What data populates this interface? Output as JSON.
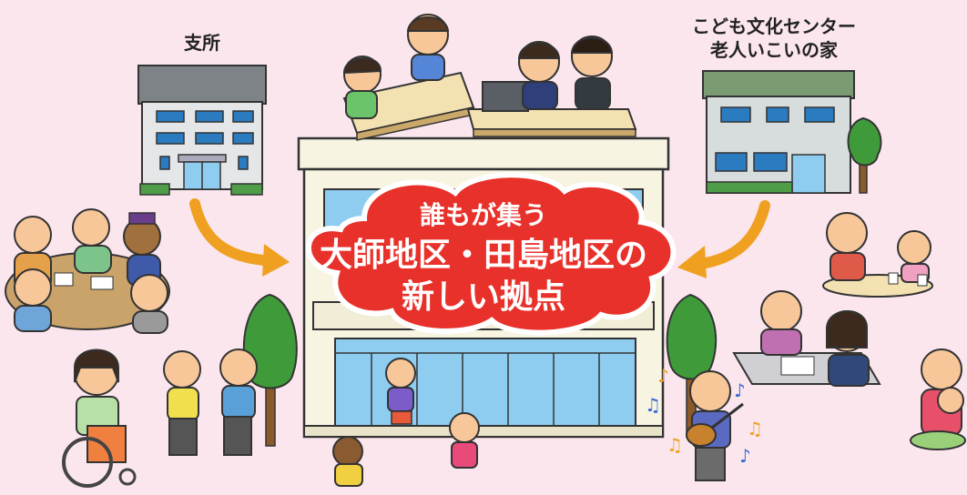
{
  "labels": {
    "branch_office": "支所",
    "center_line1": "こども文化センター",
    "center_line2": "老人いこいの家"
  },
  "headline": {
    "line1": "誰もが集う",
    "line2": "大師地区・田島地区の",
    "line3": "新しい拠点"
  },
  "colors": {
    "background": "#fbe6ee",
    "cloud": "#e8312a",
    "arrow": "#f0a020",
    "glass": "#8ecdf0",
    "building_wall": "#f7f4e2",
    "gray_building": "#cfd2d4",
    "tree": "#3f9b3a"
  },
  "icons": [
    "branch-office-building-icon",
    "community-center-building-icon",
    "arrow-icon",
    "tree-icon",
    "music-note-icon"
  ]
}
